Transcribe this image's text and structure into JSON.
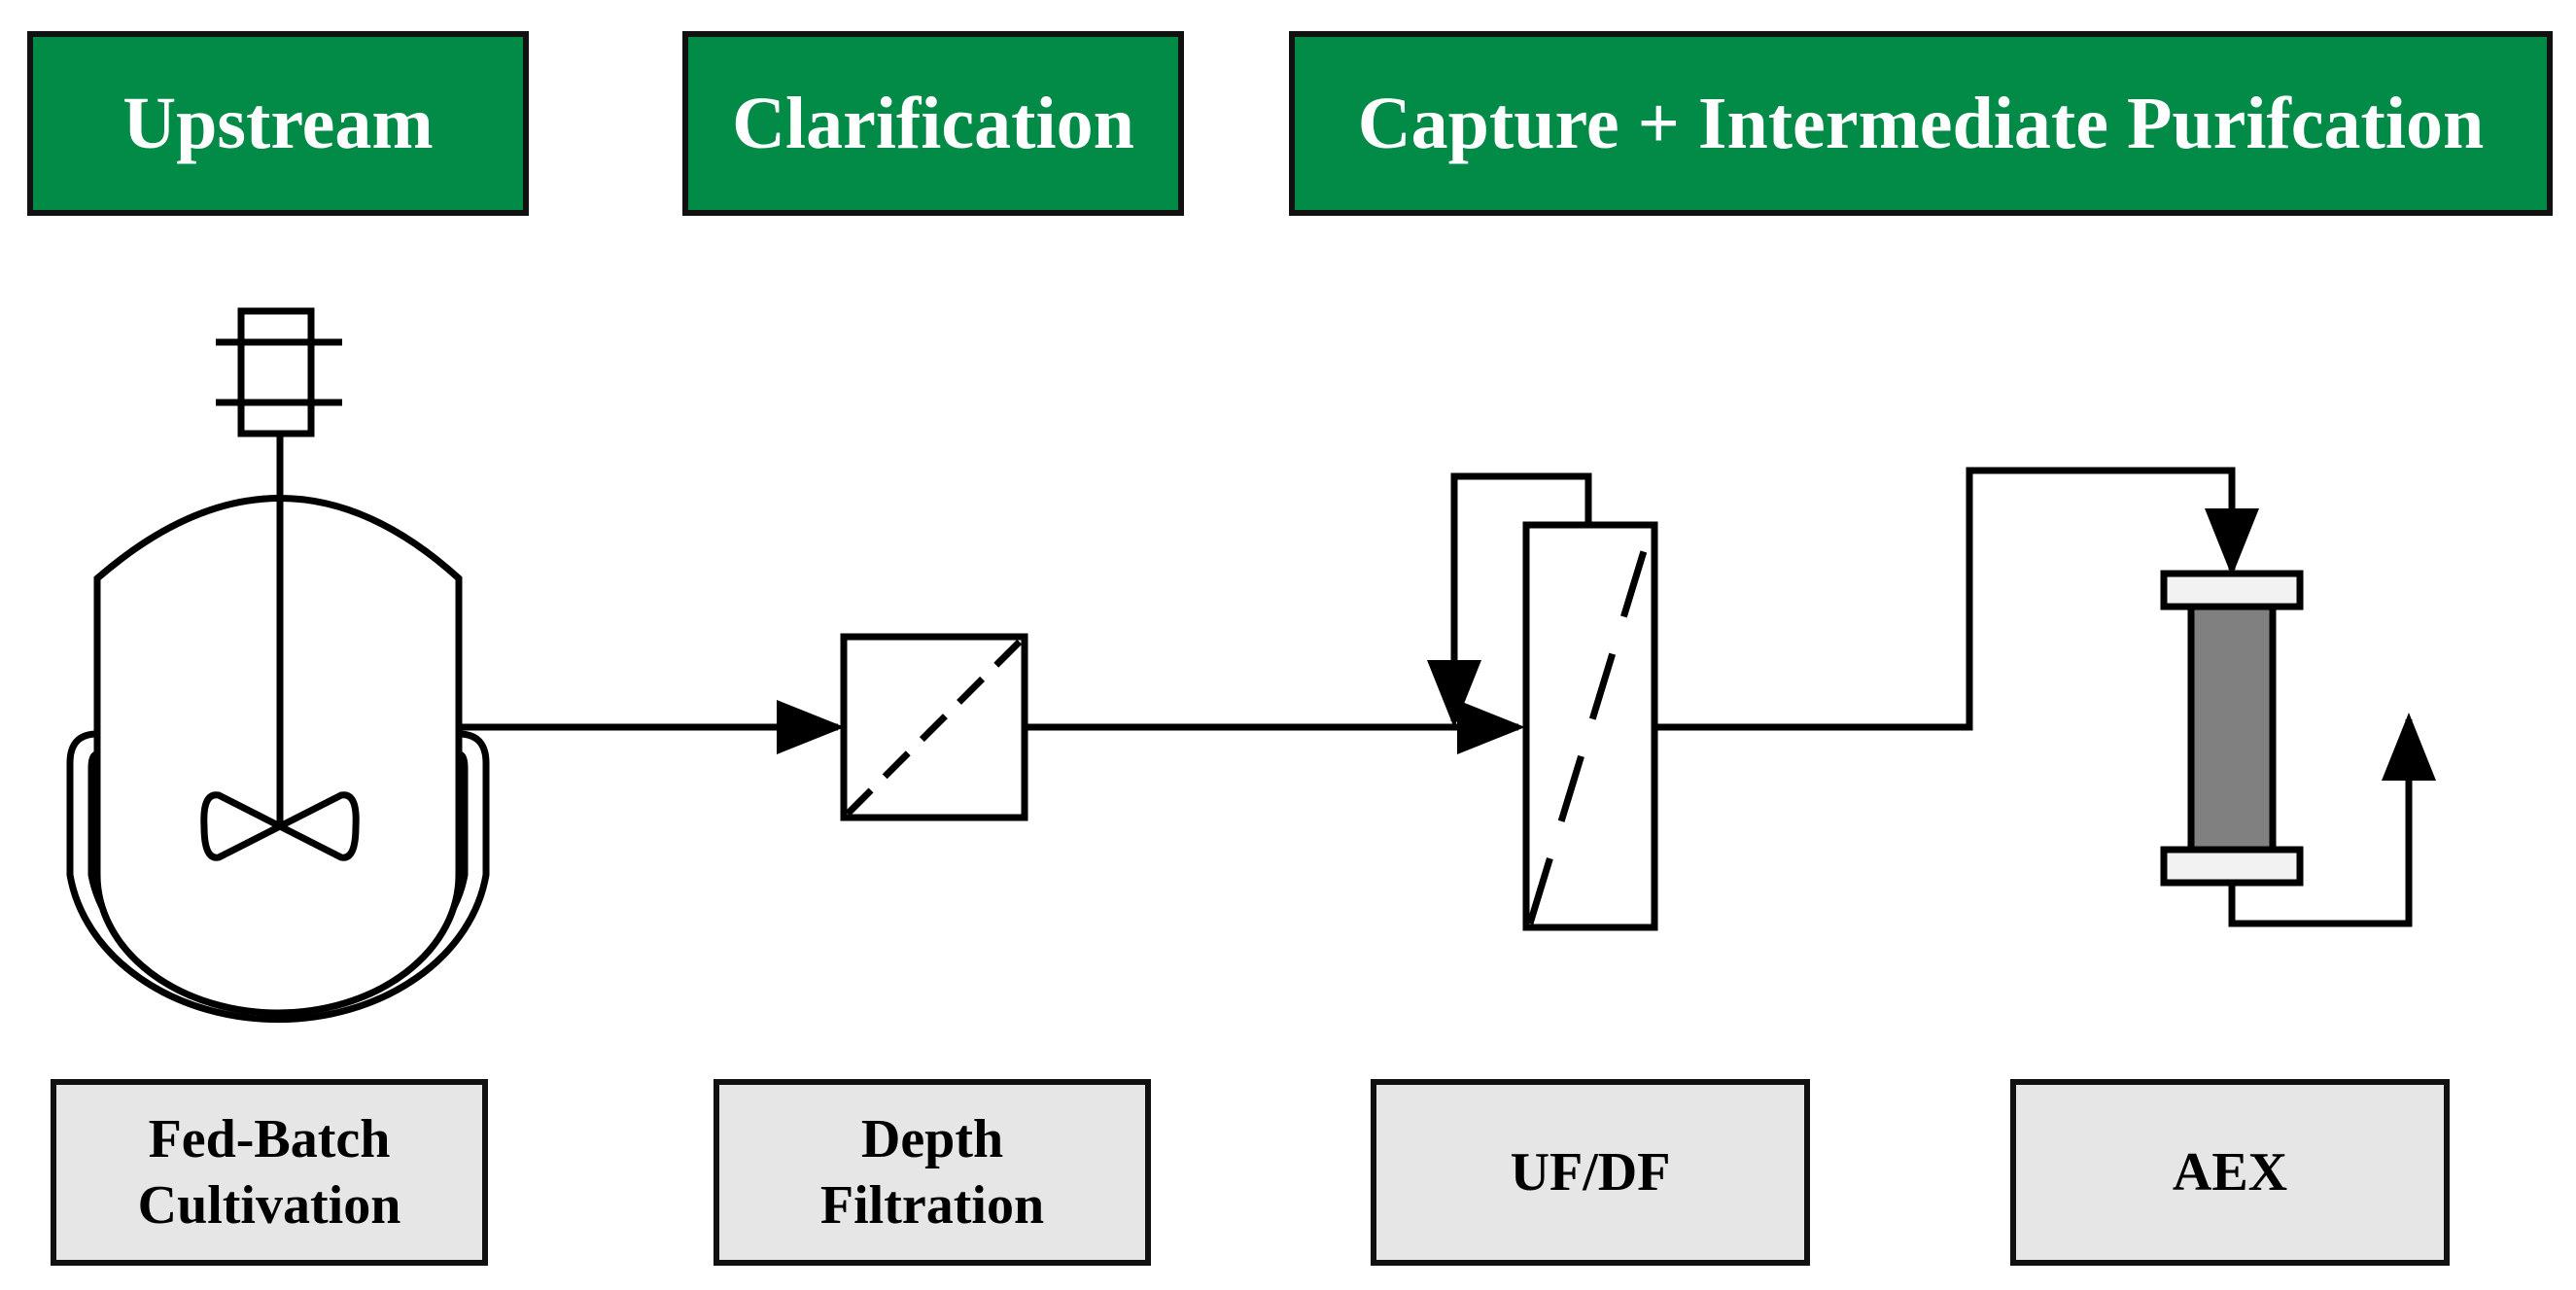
{
  "headers": {
    "upstream": "Upstream",
    "clarification": "Clarification",
    "capture": "Capture + Intermediate Purifcation"
  },
  "labels": {
    "fed_batch_line1": "Fed-Batch",
    "fed_batch_line2": "Cultivation",
    "depth_line1": "Depth",
    "depth_line2": "Filtration",
    "ufdf": "UF/DF",
    "aex": "AEX"
  },
  "colors": {
    "header_bg": "#028a47",
    "label_bg": "#e6e6e6",
    "column_resin": "#808080",
    "stroke": "#000000"
  }
}
